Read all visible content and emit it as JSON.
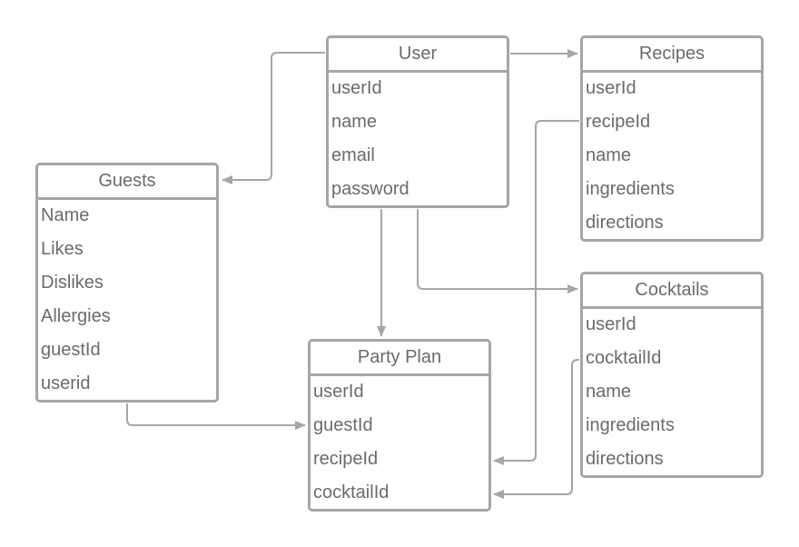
{
  "colors": {
    "stroke": "#a6a6a6",
    "text": "#6b6b6b",
    "background": "#ffffff"
  },
  "entities": {
    "user": {
      "title": "User",
      "fields": [
        "userId",
        "name",
        "email",
        "password"
      ]
    },
    "recipes": {
      "title": "Recipes",
      "fields": [
        "userId",
        "recipeId",
        "name",
        "ingredients",
        "directions"
      ]
    },
    "guests": {
      "title": "Guests",
      "fields": [
        "Name",
        "Likes",
        "Dislikes",
        "Allergies",
        "guestId",
        "userid"
      ]
    },
    "cocktails": {
      "title": "Cocktails",
      "fields": [
        "userId",
        "cocktailId",
        "name",
        "ingredients",
        "directions"
      ]
    },
    "party_plan": {
      "title": "Party Plan",
      "fields": [
        "userId",
        "guestId",
        "recipeId",
        "cocktailId"
      ]
    }
  },
  "relationships": [
    {
      "from": "user",
      "to": "guests"
    },
    {
      "from": "user",
      "to": "recipes"
    },
    {
      "from": "user",
      "to": "party_plan"
    },
    {
      "from": "user",
      "to": "cocktails"
    },
    {
      "from": "guests",
      "to": "party_plan"
    },
    {
      "from": "recipes",
      "to": "party_plan"
    },
    {
      "from": "cocktails",
      "to": "party_plan"
    }
  ]
}
